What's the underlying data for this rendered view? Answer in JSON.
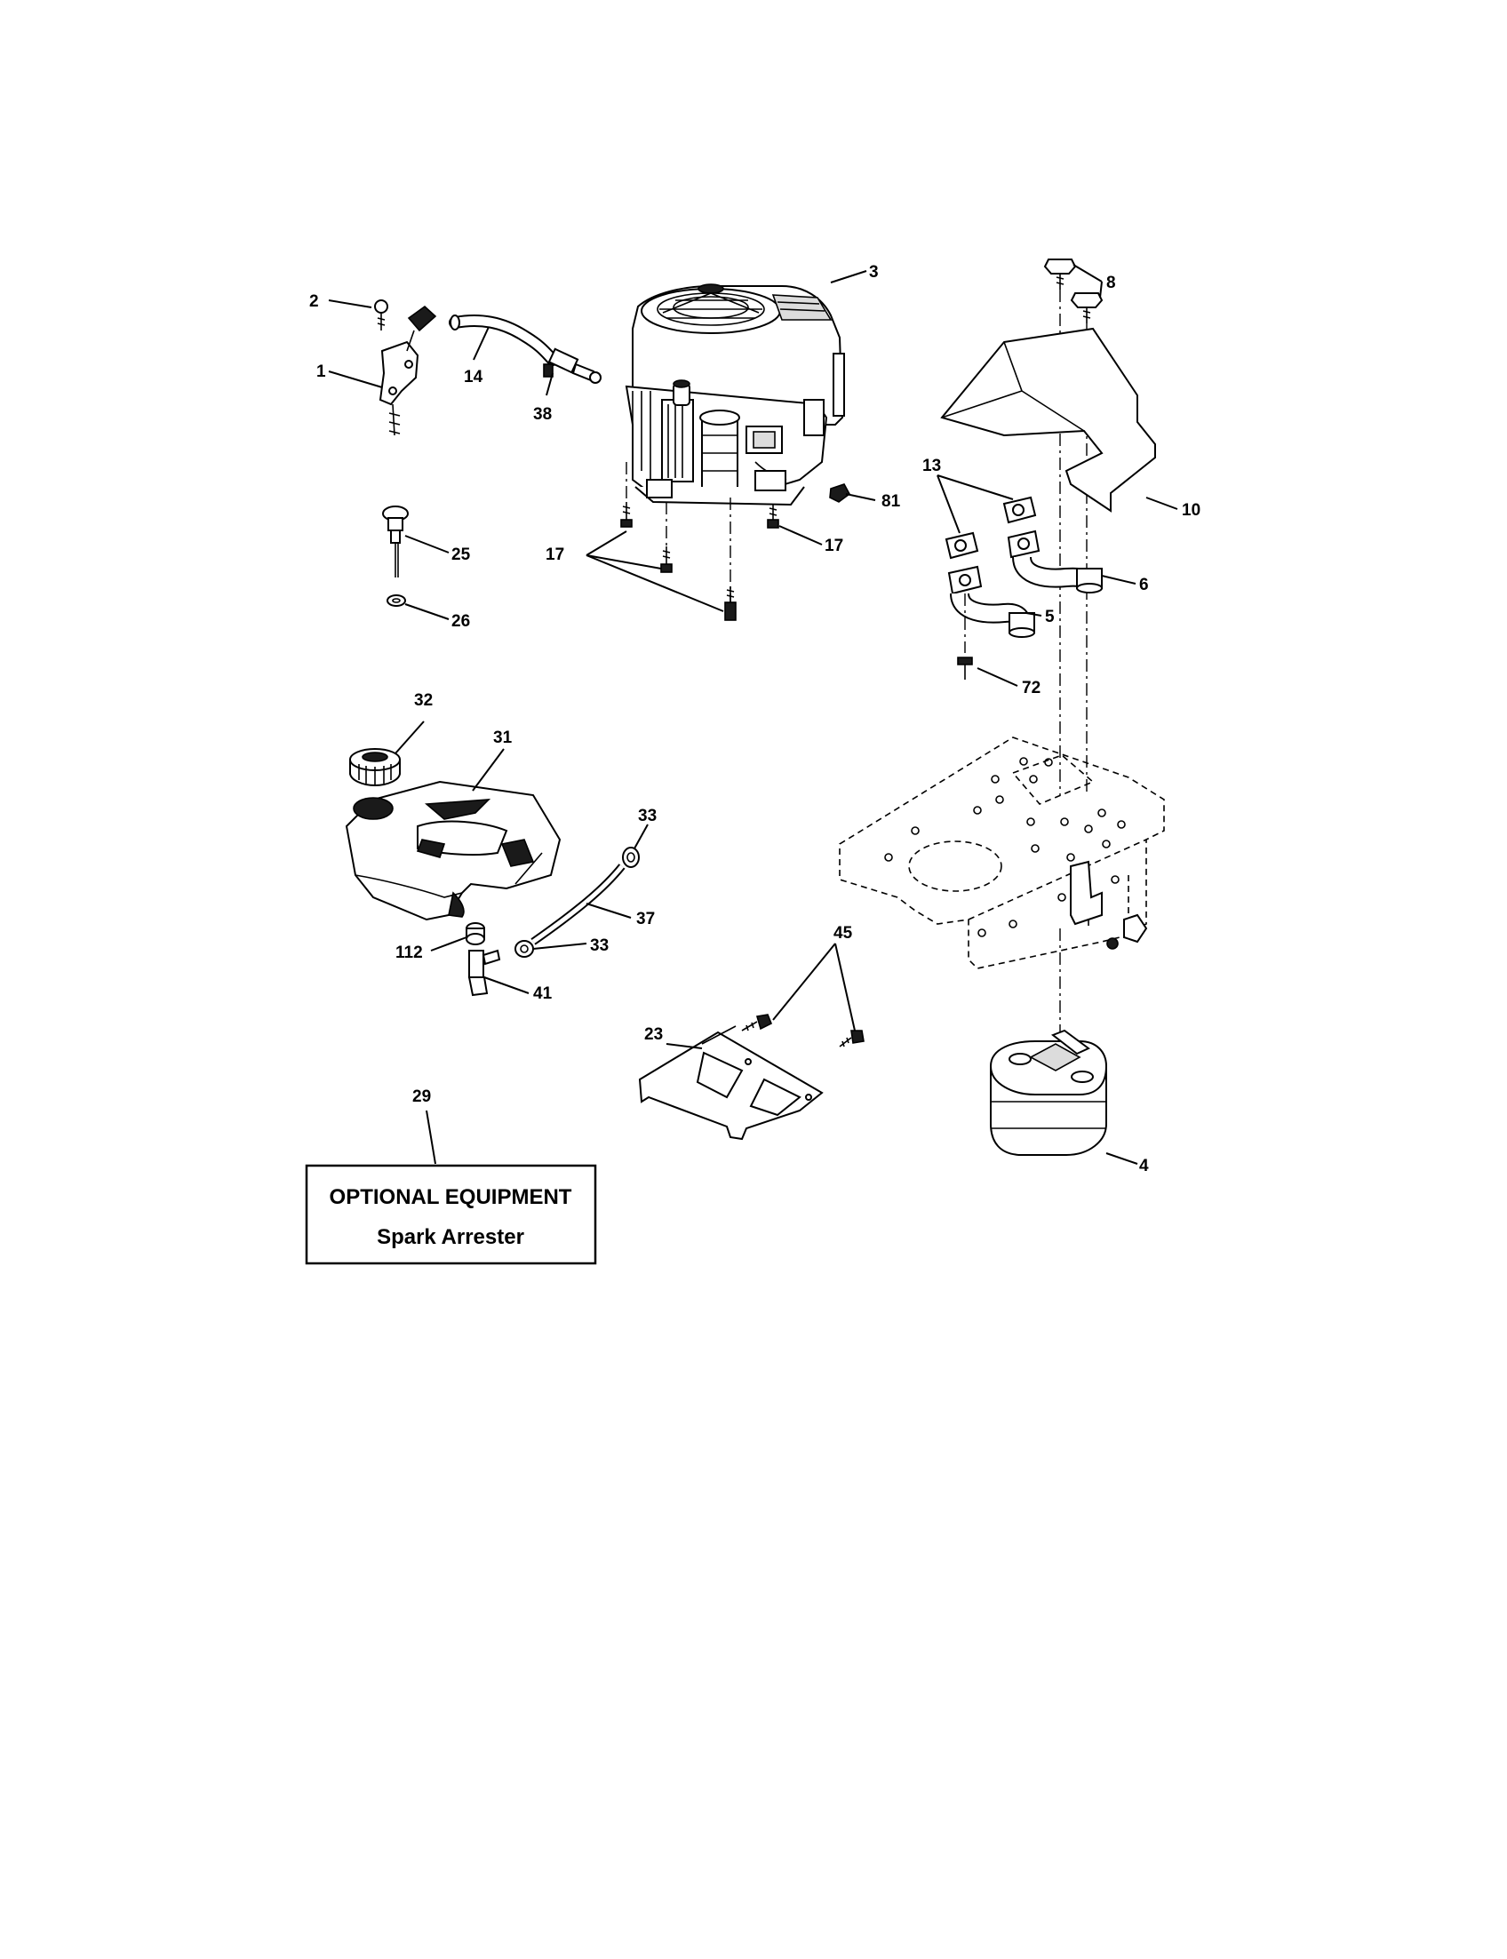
{
  "callouts": {
    "p2": "2",
    "p1": "1",
    "p14": "14",
    "p38": "38",
    "p3": "3",
    "p81": "81",
    "p17a": "17",
    "p17b": "17",
    "p25": "25",
    "p26": "26",
    "p8": "8",
    "p10": "10",
    "p13": "13",
    "p6": "6",
    "p5": "5",
    "p72": "72",
    "p32": "32",
    "p31": "31",
    "p33a": "33",
    "p33b": "33",
    "p37": "37",
    "p112": "112",
    "p41": "41",
    "p45": "45",
    "p23": "23",
    "p4": "4",
    "p29": "29"
  },
  "optional_box": {
    "title": "OPTIONAL EQUIPMENT",
    "subtitle": "Spark Arrester"
  }
}
